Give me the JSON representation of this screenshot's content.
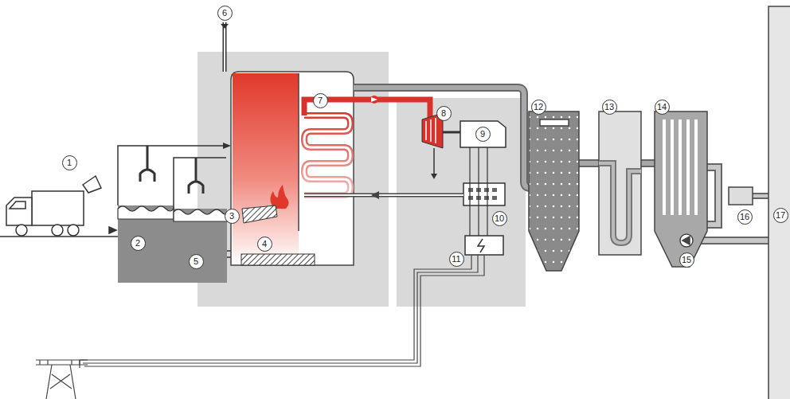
{
  "diagram": {
    "labels": [
      "1",
      "2",
      "3",
      "4",
      "5",
      "6",
      "7",
      "8",
      "9",
      "10",
      "11",
      "12",
      "13",
      "14",
      "15",
      "16",
      "17"
    ]
  }
}
